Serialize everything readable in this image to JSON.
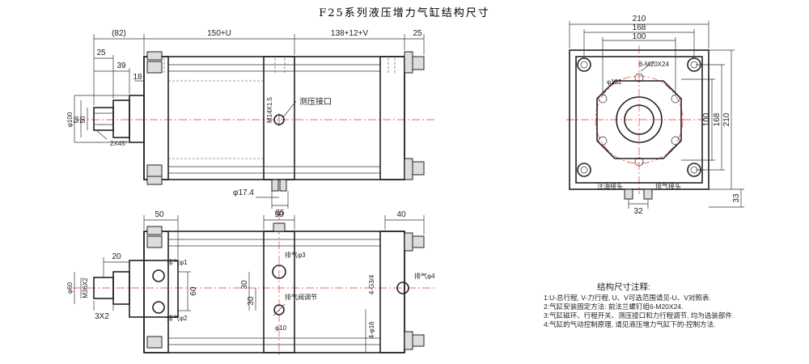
{
  "title": "F25系列液压增力气缸结构尺寸",
  "top_view": {
    "dims": [
      "(82)",
      "150+U",
      "138+12+V",
      "25",
      "25",
      "39",
      "18",
      "φ100",
      "56",
      "50",
      "2X45°",
      "φ17.4",
      "35"
    ],
    "labels": [
      "M14X1.5",
      "测压接口"
    ]
  },
  "front_view": {
    "dims": [
      "50",
      "50",
      "40",
      "20",
      "φ60",
      "M36X2",
      "3X2",
      "60",
      "30",
      "30",
      "4-G3/4",
      "4-φ16"
    ],
    "labels": [
      "排气φ1",
      "排气φ2",
      "排气φ3",
      "排气φ4",
      "φ10",
      "排气阀调节"
    ]
  },
  "side_view": {
    "dims": [
      "210",
      "168",
      "100",
      "6-M20X24",
      "φ132",
      "100",
      "168",
      "210",
      "32",
      "33"
    ],
    "labels": [
      "注油接头",
      "排气接头"
    ]
  },
  "notes": {
    "heading": "结构尺寸注释:",
    "items": [
      "1:U-总行程, V-力行程, U、V可选范围请见-U、V对照表.",
      "2:气缸安装固定方法: 前法兰螺钉组6-M20X24.",
      "3:气缸磁环、行程开关、测压接口和力行程调节, 均为选装部件.",
      "4:气缸的气动控制原理, 请见液压增力气缸下的-控制方法."
    ]
  }
}
